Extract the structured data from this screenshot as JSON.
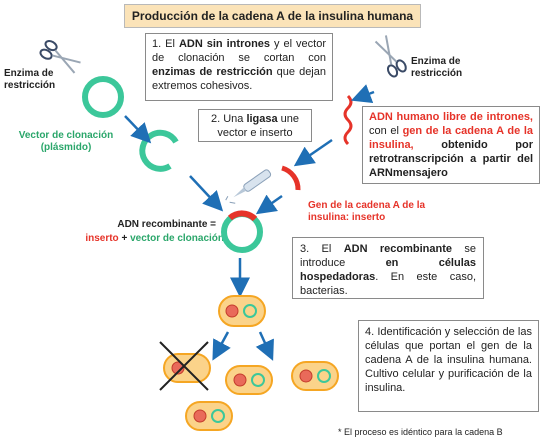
{
  "title": "Producción de la cadena A de la insulina humana",
  "step1": {
    "num": "1.",
    "p1": " El ",
    "b1": "ADN sin intrones",
    "p2": " y el vector de clonación se cortan con ",
    "b2": "enzimas de restricción",
    "p3": " que dejan extremos cohesivos."
  },
  "step2": {
    "num": "2.",
    "p1": " Una ",
    "b1": "ligasa",
    "p2": " une vector e inserto"
  },
  "step3": {
    "num": "3.",
    "p1": " El ",
    "b1": "ADN recombinante",
    "p2": " se introduce ",
    "b2": "en células hospedadoras",
    "p3": ". En este caso, bacterias."
  },
  "step4": {
    "num": "4.",
    "text": " Identificación y selección de las células que portan el gen de la cadena A de la insulina humana. Cultivo celular y purificación de la insulina."
  },
  "adn_box": {
    "r1": "ADN humano libre de intrones,",
    "p1": " con el ",
    "r2": "gen de la cadena A de la insulina,",
    "b1": " obtenido por retrotranscripción a partir del ARNmensajero"
  },
  "labels": {
    "enzima_left": "Enzima de restricción",
    "enzima_right": "Enzima de restricción",
    "vector": "Vector de clonación (plásmido)",
    "gen_cadena": "Gen de la cadena A de la insulina: inserto",
    "adn_recombinante": "ADN recombinante =",
    "inserto": "inserto",
    "plus": " + ",
    "vector_clonacion": "vector de clonación"
  },
  "footnote": "* El proceso es idéntico para la cadena B",
  "colors": {
    "green": "#2aa66a",
    "red": "#e63329",
    "blue": "#1f6fb5",
    "cell": "#f5a623"
  }
}
